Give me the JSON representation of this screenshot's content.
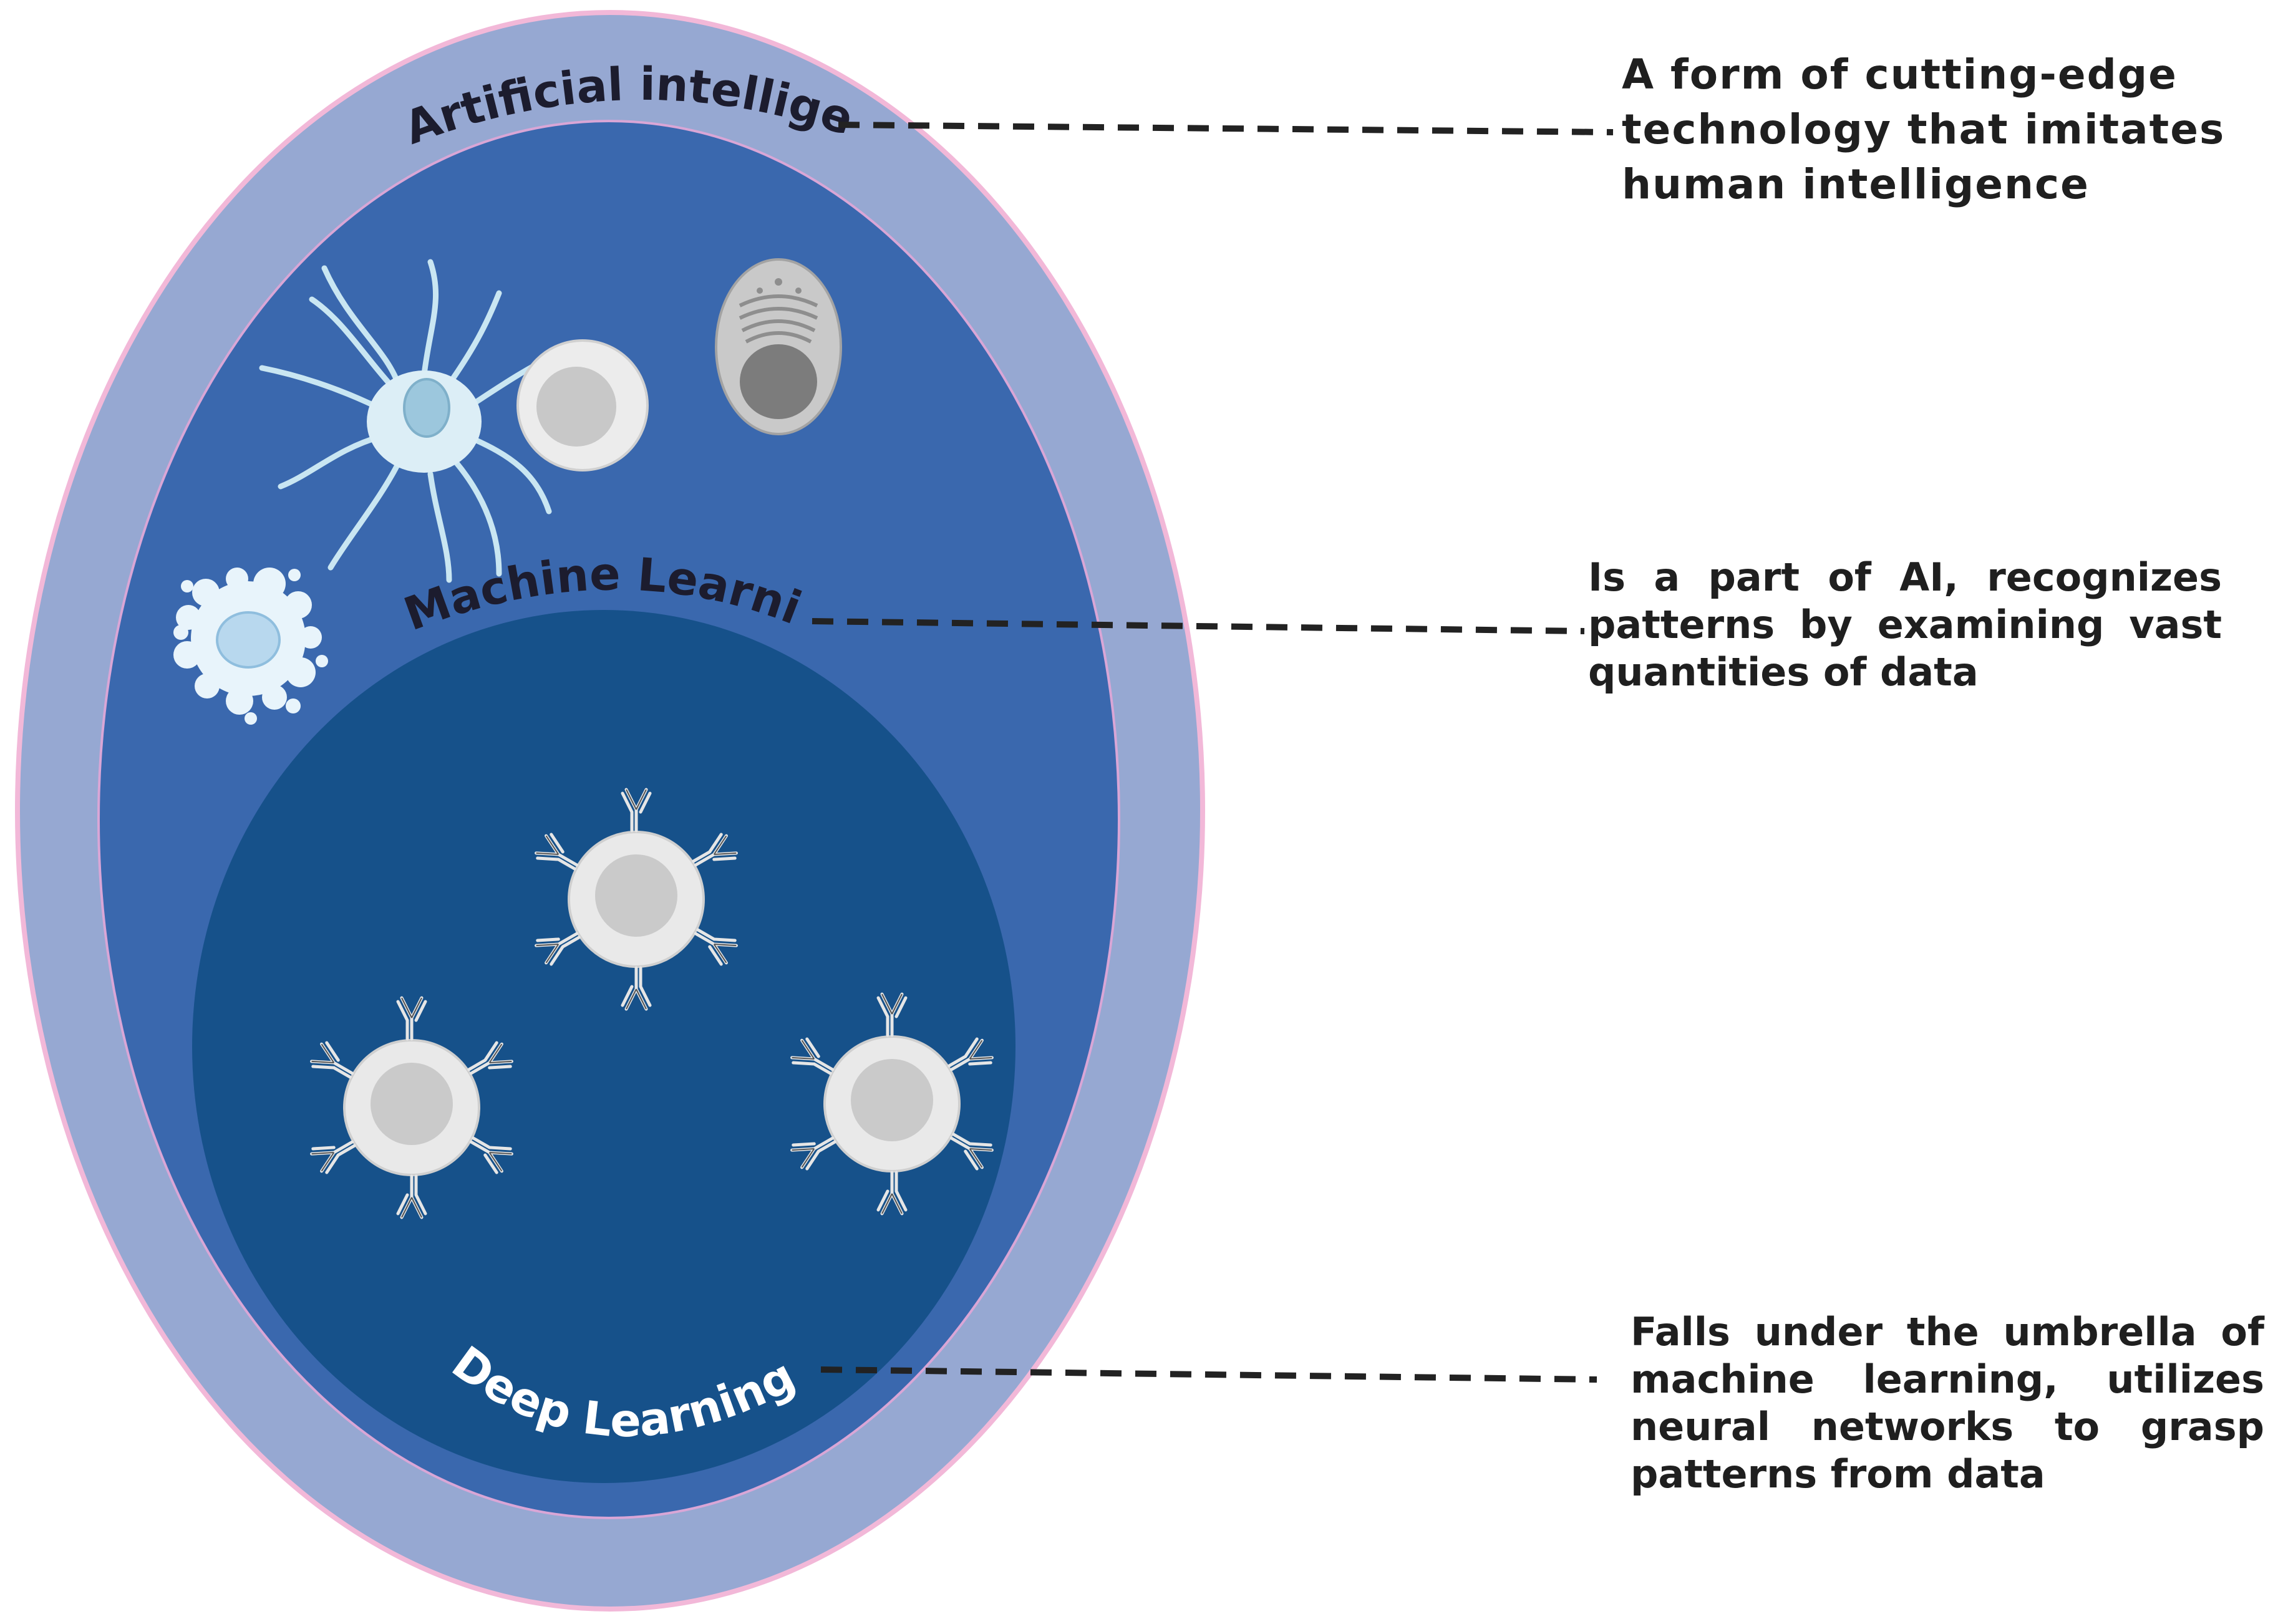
{
  "diagram": {
    "labels": {
      "ai": "Artificial intelligence",
      "ml": "Machine Learning",
      "dl": "Deep Learning"
    },
    "descriptions": {
      "ai": "A form of cutting-edge technology that imitates human intelligence",
      "ml": "Is a part of AI, recognizes patterns by examining vast quantities of data",
      "dl": "Falls under the umbrella of machine learning, utilizes neural networks to grasp patterns from data"
    },
    "colors": {
      "ai_ring": "#96a8d2",
      "ai_border": "#f2b8d8",
      "ml_fill": "#3a68ae",
      "dl_fill": "#16518a",
      "connector": "#222222",
      "label_dark": "#1c1c2e",
      "label_light": "#ffffff"
    },
    "icons": [
      "dendritic-cell-icon",
      "lymphocyte-icon",
      "plasma-cell-icon",
      "granulocyte-icon",
      "b-cell-icon"
    ]
  }
}
